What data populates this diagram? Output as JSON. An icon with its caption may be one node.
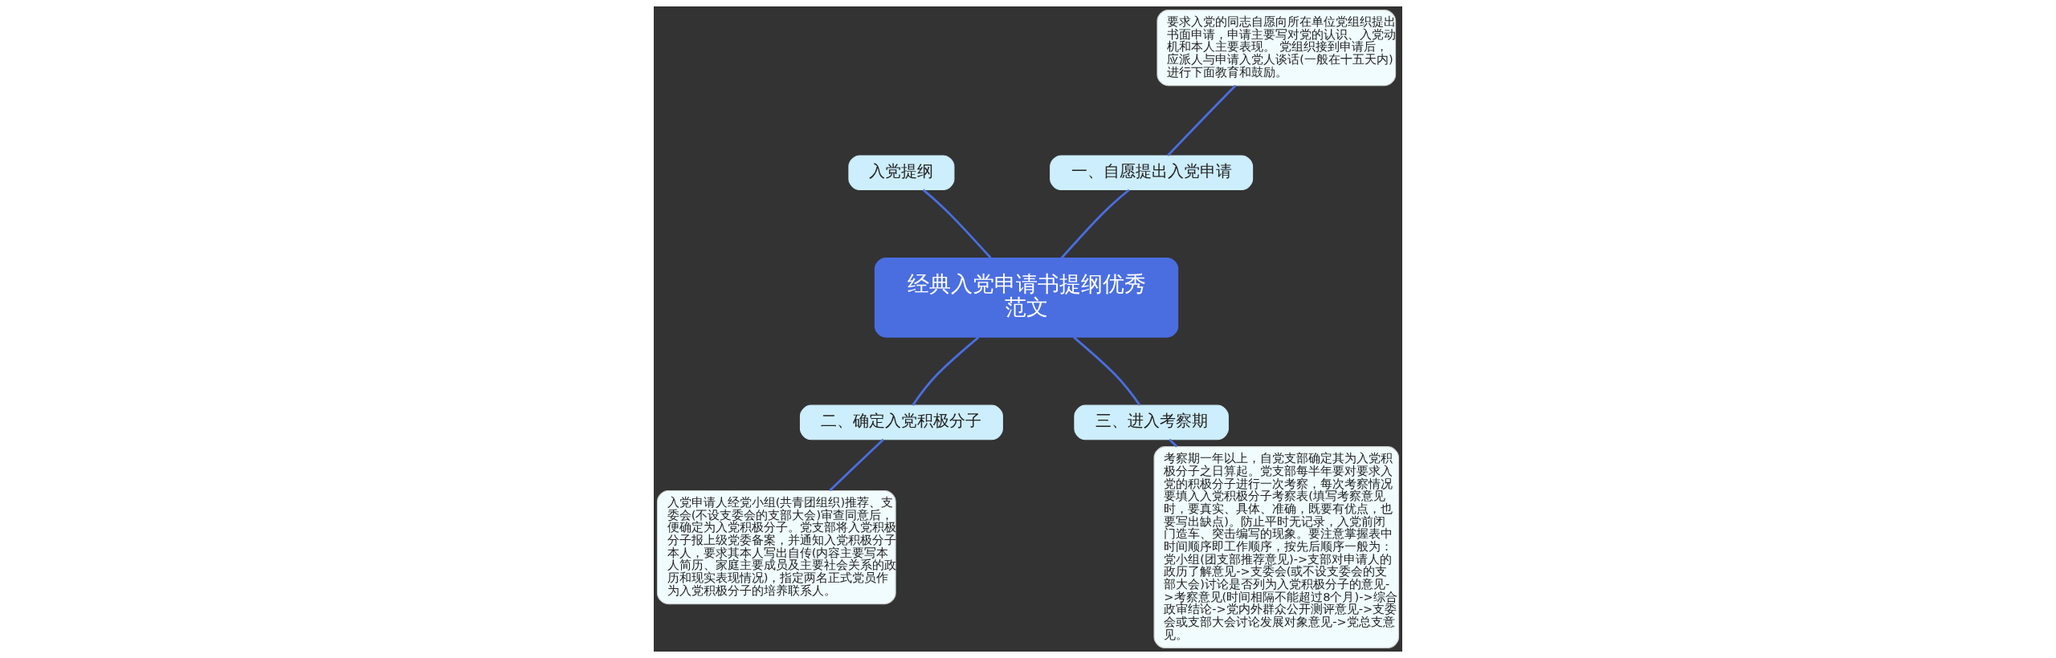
{
  "diagram": {
    "nodes": [
      {
        "text": [
          "经典入党申请书提纲优秀范文"
        ]
      },
      {
        "text": [
          "一、自愿提出入党申请"
        ]
      },
      {
        "text": [
          "要求入党的同志自愿向所在单位党组织提出书面申请，申请主要写对党的认识、入党动机和本人主要表现。 党组织接到申请后，应派人与申请入党人谈话(一般在十五天内)进行下面教育和鼓励。"
        ]
      },
      {
        "text": [
          "入党提纲"
        ]
      },
      {
        "text": [
          "二、确定入党积极分子"
        ]
      },
      {
        "text": [
          "入党申请人经党小组(共青团组织)推荐、支委会(不设支委会的支部大会)审查同意后，便确定为入党积极分子。党支部将入党积极分子报上级党委备案，并通知入党积极分子本人，要求其本人写出自传(内容主要写本人简历、家庭主要成员及主要社会关系的政历和现实表现情况)，指定两名正式党员作为入党积极分子的培养联系人。"
        ]
      },
      {
        "text": [
          "三、进入考察期"
        ]
      },
      {
        "text": [
          "考察期一年以上，自党支部确定其为入党积极分子之日算起。党支部每半年要对要求入党的积极分子进行一次考察，每次考察情况要填入入党积极分子考察表(填写考察意见时，要真实、具体、准确，既要有优点，也要写出缺点)。防止平时无记录，入党前闭门造车、突击编写的现象。要注意掌握表中时间顺序即工作顺序，按先后顺序一般为：党小组(团支部推荐意见)->支部对申请人的政历了解意见->支委会(或不设支委会的支部大会)讨论是否列为入党积极分子的意见->考察意见(时间相隔不能超过8个月)->综合政审结论->党内外群众公开测评意见->支委会或支部大会讨论发展对象意见->党总支意见。"
        ]
      }
    ],
    "edges": [
      {
        "from": 0,
        "to": 1,
        "arrow": "none"
      },
      {
        "from": 1,
        "to": 2,
        "arrow": "none"
      },
      {
        "from": 0,
        "to": 3,
        "arrow": "none"
      },
      {
        "from": 0,
        "to": 4,
        "arrow": "none"
      },
      {
        "from": 4,
        "to": 5,
        "arrow": "none"
      },
      {
        "from": 0,
        "to": 6,
        "arrow": "none"
      },
      {
        "from": 6,
        "to": 7,
        "arrow": "none"
      }
    ]
  }
}
